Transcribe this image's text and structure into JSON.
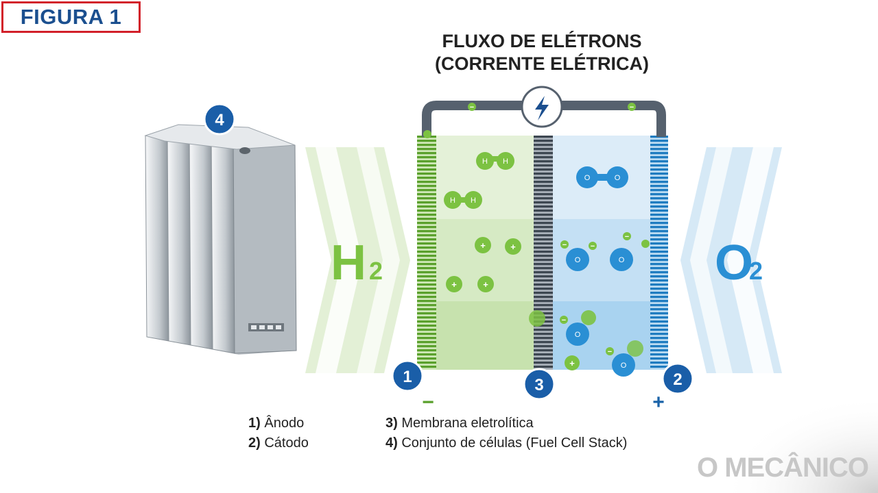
{
  "figure_label": "FIGURA 1",
  "diagram_title": "FLUXO DE ELÉTRONS\n(CORRENTE ELÉTRICA)",
  "labels": {
    "h2": "H",
    "h2_sub": "2",
    "o2": "O",
    "o2_sub": "2",
    "minus": "−",
    "plus": "+",
    "electron": "−",
    "ion": "+",
    "atom_h": "H",
    "atom_o": "O"
  },
  "markers": {
    "anode": "1",
    "cathode": "2",
    "membrane": "3",
    "stack": "4"
  },
  "legend": [
    {
      "num": "1)",
      "text": "Ânodo"
    },
    {
      "num": "2)",
      "text": "Cátodo"
    },
    {
      "num": "3)",
      "text": "Membrana eletrolítica"
    },
    {
      "num": "4)",
      "text": "Conjunto de células (Fuel Cell Stack)"
    }
  ],
  "watermark": "O MECÂNICO",
  "colors": {
    "green": "#7cc242",
    "green_dark": "#5aa02c",
    "blue": "#2a8fd4",
    "blue_dark": "#1a63a8",
    "marker": "#1a5ea8",
    "wire": "#56616e",
    "frame": "#d2202a"
  },
  "icons": {
    "lightning": "lightning-icon",
    "fuel_cell_stack": "fuel-cell-stack-image"
  }
}
